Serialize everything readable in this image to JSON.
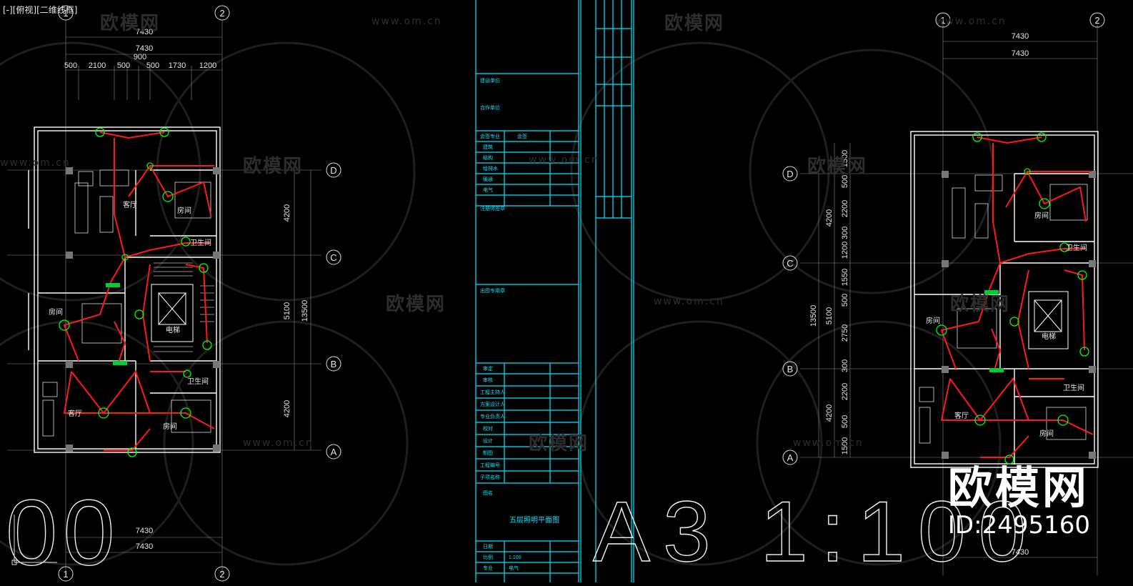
{
  "viewport": {
    "bracket": "[-]",
    "view": "[俯视]",
    "style": "[二维线框]"
  },
  "watermark": {
    "brand": "欧模网",
    "url": "www.om.cn"
  },
  "stamp": {
    "brand": "欧模网",
    "id": "ID:2495160"
  },
  "plan_left": {
    "axis_numbers": [
      "1",
      "2"
    ],
    "axis_letters": [
      "D",
      "C",
      "B",
      "A"
    ],
    "top_dims": [
      "7430",
      "7430",
      "900"
    ],
    "top_segments": [
      "500",
      "2100",
      "500",
      "500",
      "1730",
      "1200"
    ],
    "right_dims": [
      "4200",
      "5100",
      "4200"
    ],
    "right_total": "13500",
    "bottom_dims": [
      "7430",
      "7430"
    ],
    "rooms": {
      "living_top": "客厅",
      "bed_top": "房间",
      "bath_top": "卫生间",
      "bed_mid": "房间",
      "elevator": "电梯",
      "bath_bottom": "卫生间",
      "living_bottom": "客厅",
      "bed_bottom": "房间"
    }
  },
  "plan_right": {
    "axis_numbers": [
      "1",
      "2"
    ],
    "axis_letters": [
      "D",
      "C",
      "B",
      "A"
    ],
    "top_dims": [
      "7430",
      "7430"
    ],
    "left_segments": [
      "1500",
      "500",
      "2200",
      "300",
      "1200",
      "1550",
      "500",
      "2750",
      "300",
      "2200",
      "500",
      "1500"
    ],
    "left_mid_dims": [
      "4200",
      "5100",
      "4200"
    ],
    "left_total": "13500",
    "bottom_dims": [
      "7430"
    ],
    "rooms": {
      "bed_top": "房间",
      "bath_top": "卫生间",
      "bed_mid": "房间",
      "elevator": "电梯",
      "bath_bottom": "卫生间",
      "living_bottom": "客厅",
      "bed_bottom": "房间"
    }
  },
  "titleblock": {
    "build_unit": "建设单位",
    "coop_unit": "合作单位",
    "discipline": "会签专业",
    "sign": "会签",
    "disciplines": [
      "建筑",
      "结构",
      "给排水",
      "暖通",
      "电气"
    ],
    "notes": "注册师签章",
    "seal": "出图专用章",
    "roles": [
      "审定",
      "审核",
      "工程主持人",
      "方案设计人",
      "专业负责人",
      "校对",
      "设计",
      "制图",
      "工程编号",
      "子项名称"
    ],
    "drawing_name_label": "图名",
    "drawing_name": "五层照明平面图",
    "date_label": "日期",
    "scale_label": "比例",
    "scale_value": "1:100",
    "stage_label": "专业",
    "stage_value": "电气"
  },
  "big_text": {
    "left": "00",
    "center": "A3 1:100"
  },
  "colors": {
    "background": "#000000",
    "wall": "#ffffff",
    "circuit": "#ff1a1a",
    "fixture": "#00ff00",
    "titleblock": "#00e5ff",
    "text": "#e6e6e6"
  }
}
